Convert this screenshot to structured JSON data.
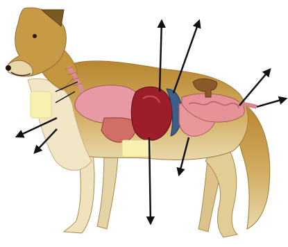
{
  "figure": {
    "subject": "dog-internal-anatomy",
    "background": "#ffffff",
    "colors": {
      "coat_gold": "#c9a04a",
      "coat_brown": "#8a6a2a",
      "coat_cream": "#efe3c0",
      "lung_pink": "#e79aa3",
      "liver_salmon": "#d97a72",
      "heart_red": "#9b1e2a",
      "diaphragm_blue": "#3e5e8a",
      "intestine_pink": "#e8989a",
      "kidney_brown": "#8c5a2a",
      "label_box_yellow": "#f6f1b0",
      "arrow_black": "#111111"
    },
    "pointer_arrows": [
      {
        "name": "arrow-throat-left"
      },
      {
        "name": "arrow-chest-down-left"
      },
      {
        "name": "arrow-heart-up"
      },
      {
        "name": "arrow-diaphragm-up-right"
      },
      {
        "name": "arrow-heart-down"
      },
      {
        "name": "arrow-stomach-down"
      },
      {
        "name": "arrow-colon-up-right"
      },
      {
        "name": "arrow-rectum-right"
      }
    ],
    "blank_label_boxes": 2
  }
}
